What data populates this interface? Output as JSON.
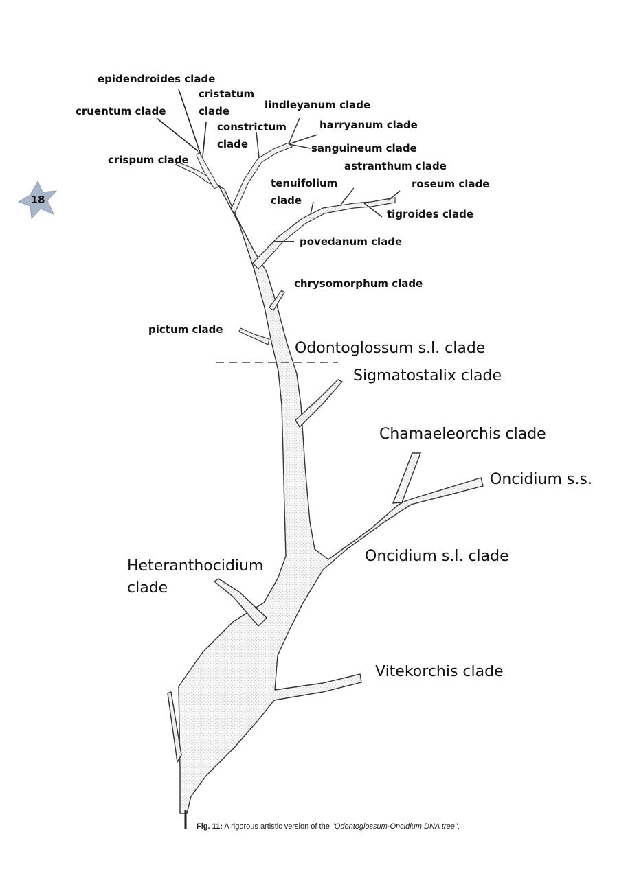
{
  "page_number": "18",
  "badge_color": "#a9b6c9",
  "divider_label": "Odontoglossum s.l. clade",
  "labels": {
    "epidendroides": "epidendroides clade",
    "cristatum_1": "cristatum",
    "cristatum_2": "clade",
    "cruentum": "cruentum clade",
    "lindleyanum": "lindleyanum clade",
    "constrictum_1": "constrictum",
    "constrictum_2": "clade",
    "harryanum": "harryanum clade",
    "sanguineum": "sanguineum clade",
    "crispum": "crispum clade",
    "astranthum": "astranthum clade",
    "tenuifolium_1": "tenuifolium",
    "tenuifolium_2": "clade",
    "roseum": "roseum clade",
    "tigroides": "tigroides clade",
    "povedanum": "povedanum clade",
    "chrysomorphum": "chrysomorphum clade",
    "pictum": "pictum clade",
    "sigmatostalix": "Sigmatostalix clade",
    "chamaeleorchis": "Chamaeleorchis clade",
    "oncidium_ss": "Oncidium s.s.",
    "oncidium_sl": "Oncidium s.l. clade",
    "heteranthocidium_1": "Heteranthocidium",
    "heteranthocidium_2": "clade",
    "vitekorchis": "Vitekorchis clade"
  },
  "caption": {
    "fig": "Fig. 11:",
    "text": " A rigorous artistic version of the ",
    "title": "\"Odontoglossum-Oncidium DNA tree\"",
    "end": "."
  }
}
